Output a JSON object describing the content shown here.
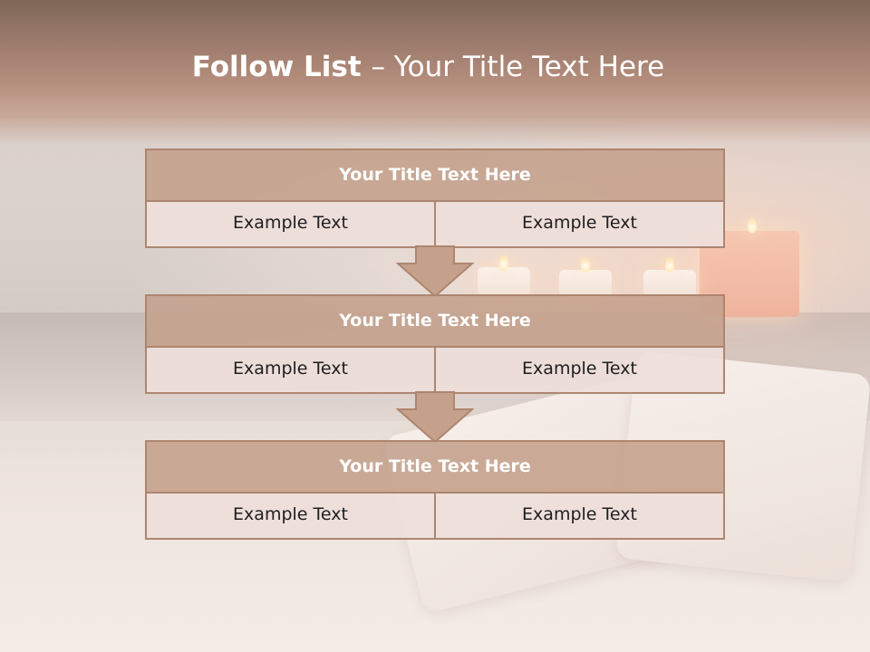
{
  "slide": {
    "title_bold": "Follow List ",
    "title_rest": " – Your Title Text Here",
    "steps": [
      {
        "title": "Your Title Text Here",
        "left": "Example Text",
        "right": "Example Text"
      },
      {
        "title": "Your Title Text Here",
        "left": "Example Text",
        "right": "Example Text"
      },
      {
        "title": "Your Title Text Here",
        "left": "Example Text",
        "right": "Example Text"
      }
    ]
  },
  "theme": {
    "header_fill": "#c4a08c",
    "border": "#ad8670",
    "cell_fill": "#eeded9",
    "top_band": "#98786a"
  },
  "icons": [
    "down-arrow-icon"
  ]
}
